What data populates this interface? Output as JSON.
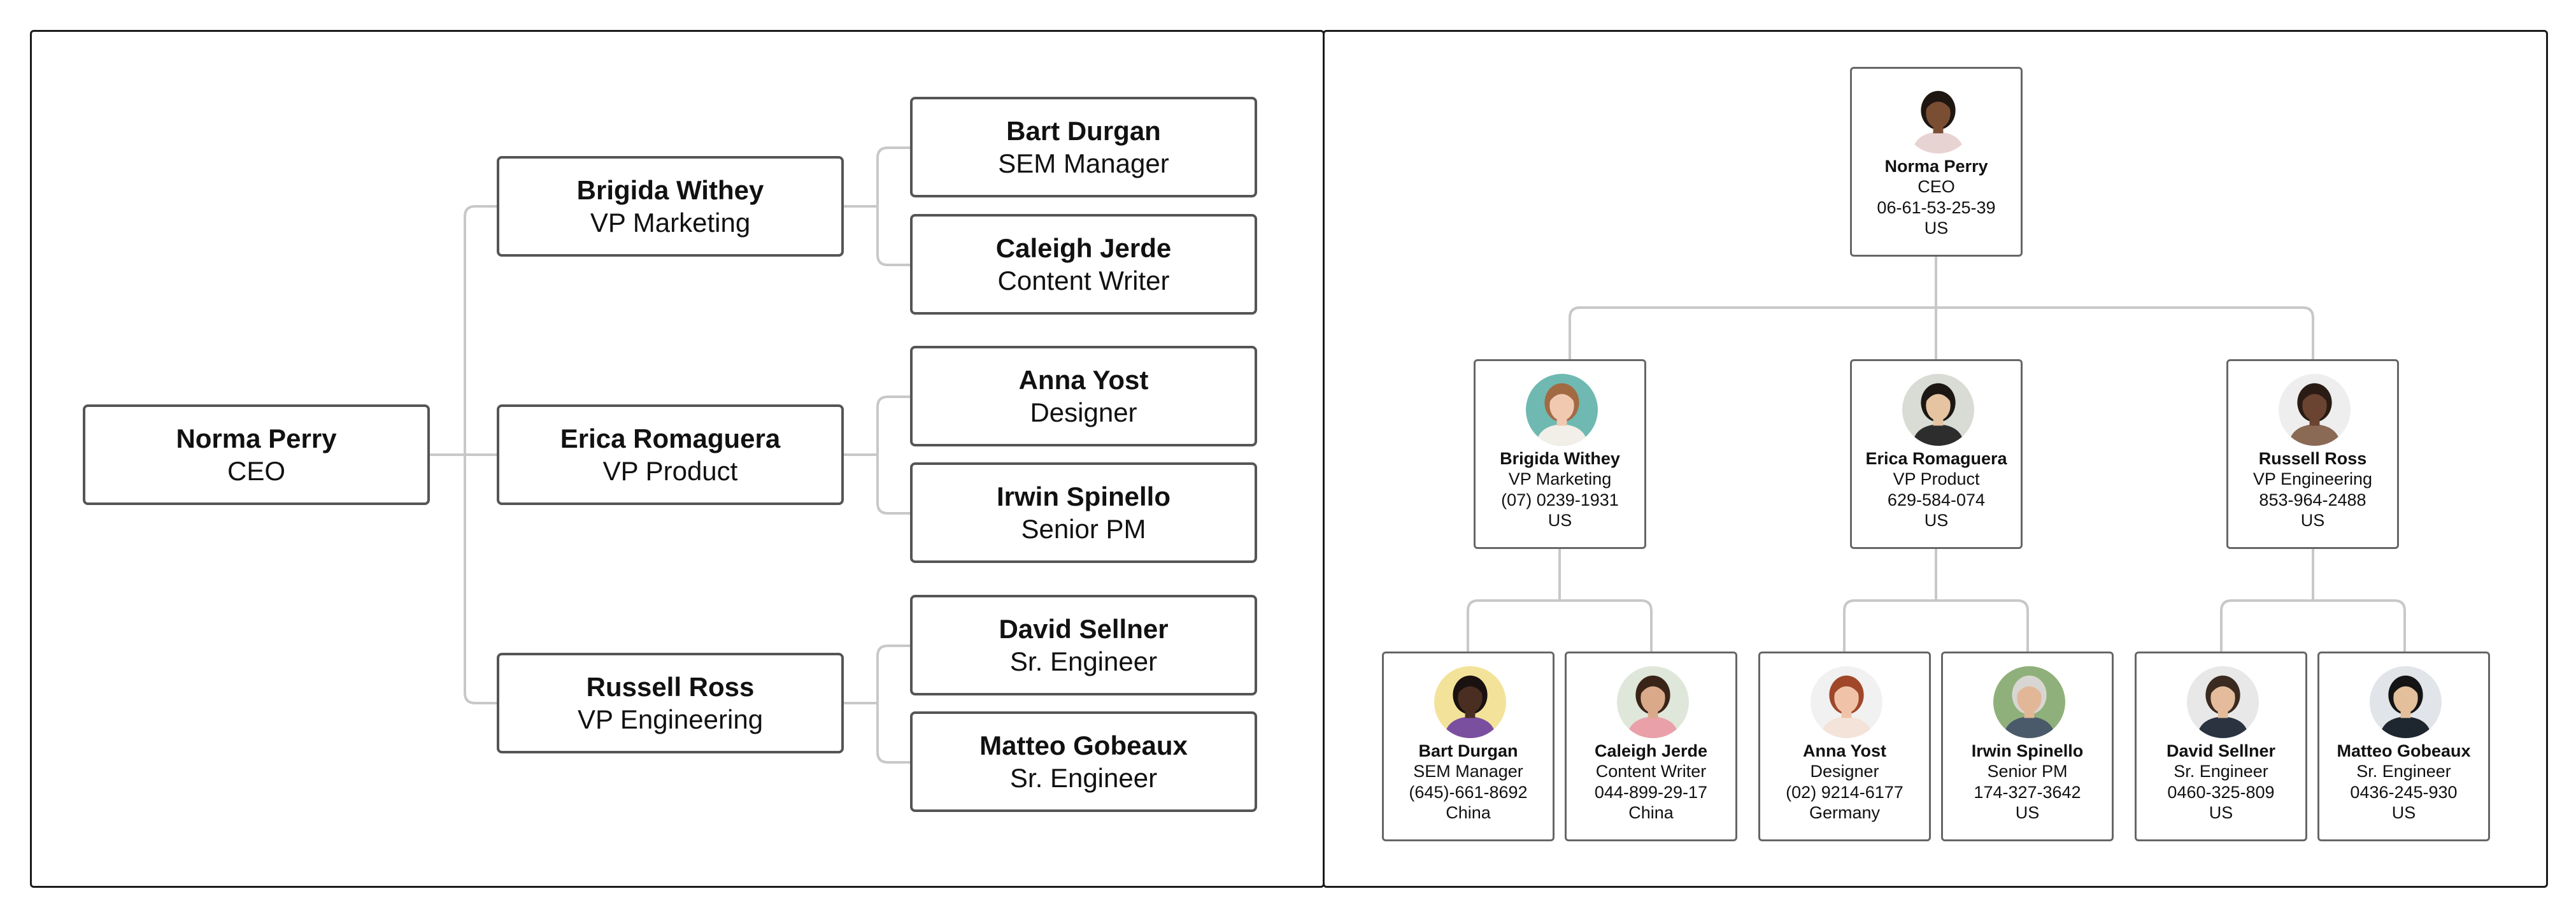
{
  "colors": {
    "panel_border": "#1a1a1a",
    "node_border": "#555555",
    "connector": "#c8c8c8"
  },
  "tree_chart": {
    "root": {
      "name": "Norma Perry",
      "role": "CEO"
    },
    "vps": [
      {
        "name": "Brigida Withey",
        "role": "VP Marketing"
      },
      {
        "name": "Erica Romaguera",
        "role": "VP Product"
      },
      {
        "name": "Russell Ross",
        "role": "VP Engineering"
      }
    ],
    "reports": [
      {
        "name": "Bart Durgan",
        "role": "SEM Manager"
      },
      {
        "name": "Caleigh Jerde",
        "role": "Content Writer"
      },
      {
        "name": "Anna Yost",
        "role": "Designer"
      },
      {
        "name": "Irwin Spinello",
        "role": "Senior PM"
      },
      {
        "name": "David Sellner",
        "role": "Sr. Engineer"
      },
      {
        "name": "Matteo Gobeaux",
        "role": "Sr. Engineer"
      }
    ]
  },
  "card_chart": {
    "root": {
      "name": "Norma Perry",
      "role": "CEO",
      "phone": "06-61-53-25-39",
      "country": "US",
      "avatar": {
        "bg": "#ffffff",
        "skin": "#7a4e33",
        "hair": "#1f1612",
        "shirt": "#e8d3d3"
      }
    },
    "vps": [
      {
        "name": "Brigida Withey",
        "role": "VP Marketing",
        "phone": "(07) 0239-1931",
        "country": "US",
        "avatar": {
          "bg": "#6fb9b2",
          "skin": "#f1c9b0",
          "hair": "#a26a43",
          "shirt": "#f2eee8"
        }
      },
      {
        "name": "Erica Romaguera",
        "role": "VP Product",
        "phone": "629-584-074",
        "country": "US",
        "avatar": {
          "bg": "#d8dcd4",
          "skin": "#e6c3a1",
          "hair": "#1c1714",
          "shirt": "#2d2d2d"
        }
      },
      {
        "name": "Russell Ross",
        "role": "VP Engineering",
        "phone": "853-964-2488",
        "country": "US",
        "avatar": {
          "bg": "#eeeeee",
          "skin": "#6b4431",
          "hair": "#2a1c14",
          "shirt": "#8a6a55"
        }
      }
    ],
    "reports": [
      {
        "name": "Bart Durgan",
        "role": "SEM Manager",
        "phone": "(645)-661-8692",
        "country": "China",
        "avatar": {
          "bg": "#f3e39a",
          "skin": "#4a2e22",
          "hair": "#1a1210",
          "shirt": "#7a4fa0"
        }
      },
      {
        "name": "Caleigh Jerde",
        "role": "Content Writer",
        "phone": "044-899-29-17",
        "country": "China",
        "avatar": {
          "bg": "#dfe7da",
          "skin": "#d9a98a",
          "hair": "#3a2418",
          "shirt": "#e9a0a8"
        }
      },
      {
        "name": "Anna Yost",
        "role": "Designer",
        "phone": "(02) 9214-6177",
        "country": "Germany",
        "avatar": {
          "bg": "#f1f1f1",
          "skin": "#f0c3a8",
          "hair": "#a0472a",
          "shirt": "#f3e3d8"
        }
      },
      {
        "name": "Irwin Spinello",
        "role": "Senior PM",
        "phone": "174-327-3642",
        "country": "US",
        "avatar": {
          "bg": "#8fb07a",
          "skin": "#e2b798",
          "hair": "#d8d6d2",
          "shirt": "#4a5a6a"
        }
      },
      {
        "name": "David Sellner",
        "role": "Sr. Engineer",
        "phone": "0460-325-809",
        "country": "US",
        "avatar": {
          "bg": "#e8e8e8",
          "skin": "#e4bc9b",
          "hair": "#3a2a20",
          "shirt": "#2b3340"
        }
      },
      {
        "name": "Matteo Gobeaux",
        "role": "Sr. Engineer",
        "phone": "0436-245-930",
        "country": "US",
        "avatar": {
          "bg": "#e1e4e8",
          "skin": "#e3bf9c",
          "hair": "#141414",
          "shirt": "#1e2630"
        }
      }
    ]
  }
}
